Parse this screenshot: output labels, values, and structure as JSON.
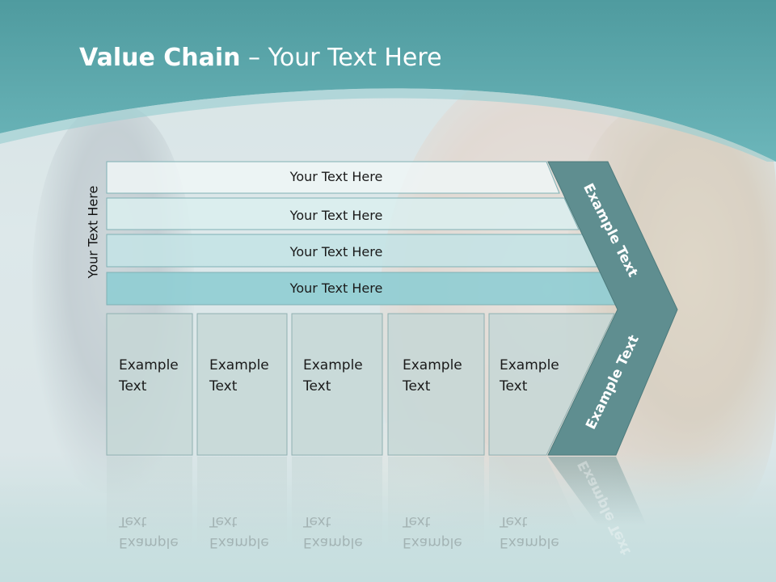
{
  "title": {
    "bold": "Value Chain",
    "rest": " – Your Text Here"
  },
  "side_label": "Your Text Here",
  "rows": [
    {
      "label": "Your Text Here"
    },
    {
      "label": "Your Text Here"
    },
    {
      "label": "Your Text Here"
    },
    {
      "label": "Your Text Here"
    }
  ],
  "columns": [
    {
      "text": "Example\nText"
    },
    {
      "text": "Example\nText"
    },
    {
      "text": "Example\nText"
    },
    {
      "text": "Example\nText"
    },
    {
      "text": "Example\nText"
    }
  ],
  "chevron": {
    "top_label": "Example Text",
    "bottom_label": "Example Text"
  },
  "colors": {
    "teal_header": "#5aa7ab",
    "chevron_fill": "#5f8e90",
    "row_fills": [
      "#eef6f6",
      "#daeeef",
      "#c4e3e5",
      "#8fcdd3"
    ],
    "column_fill": "#c6d7d6"
  }
}
